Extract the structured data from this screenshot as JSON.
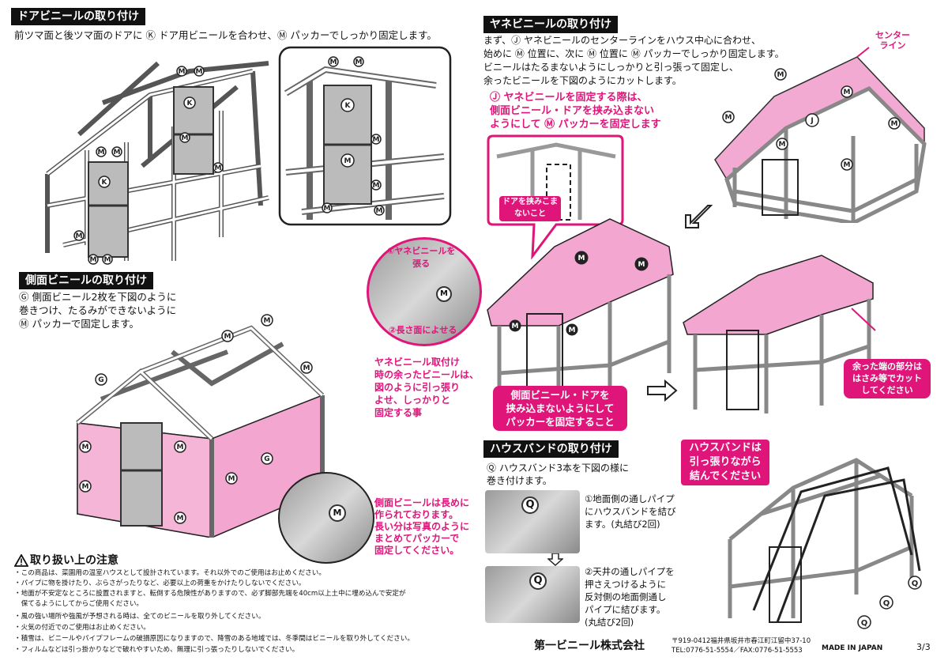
{
  "door_section": {
    "header": "ドアビニールの取り付け",
    "instruction": "前ツマ面と後ツマ面のドアに Ⓚ ドア用ビニールを合わせ、Ⓜ パッカーでしっかり固定します。"
  },
  "side_section": {
    "header": "側面ビニールの取り付け",
    "instruction_lines": [
      "Ⓖ 側面ビニール2枚を下図のように",
      "巻きつけ、たるみができないように",
      "Ⓜ パッカーで固定します。"
    ],
    "photo_note": [
      "側面ビニールは長めに",
      "作られております。",
      "長い分は写真のように",
      "まとめてパッカーで",
      "固定してください。"
    ]
  },
  "roof_section": {
    "header": "ヤネビニールの取り付け",
    "instruction_lines": [
      "まず、Ⓙ ヤネビニールのセンターラインをハウス中心に合わせ、",
      "始めに Ⓜ 位置に、次に Ⓜ 位置に Ⓜ パッカーでしっかり固定します。",
      "ビニールはたるまないようにしっかりと引っ張って固定し、",
      "余ったビニールを下図のようにカットします。"
    ],
    "warning_lines": [
      "Ⓙ ヤネビニールを固定する際は、",
      "側面ビニール・ドアを挟み込まない",
      "ようにして Ⓜ パッカーを固定します"
    ],
    "door_bubble": [
      "ドアを挟みこま",
      "ないこと"
    ],
    "center_line_label": [
      "センター",
      "ライン"
    ],
    "photo_steps": [
      "①ヤネビニールを",
      "張る",
      "②長さ面によせる"
    ],
    "photo_note": [
      "ヤネビニール取付け",
      "時の余ったビニールは、",
      "図のように引っ張り",
      "よせ、しっかりと",
      "固定する事"
    ],
    "side_bubble": [
      "側面ビニール・ドアを",
      "挟み込まないようにして",
      "パッカーを固定すること"
    ],
    "cut_bubble": [
      "余った端の部分は",
      "はさみ等でカット",
      "してください"
    ]
  },
  "band_section": {
    "header": "ハウスバンドの取り付け",
    "instruction_lines": [
      "Ⓠ ハウスバンド3本を下図の様に",
      "巻き付けます。"
    ],
    "step1": [
      "①地面側の通しパイプ",
      "にハウスバンドを結び",
      "ます。(丸結び2回)"
    ],
    "step2": [
      "②天井の通しパイプを",
      "押さえつけるように",
      "反対側の地面側通し",
      "パイプに結びます。",
      "(丸結び2回)"
    ],
    "bubble": [
      "ハウスバンドは",
      "引っ張りながら",
      "結んでください"
    ]
  },
  "notice": {
    "title": "取り扱い上の注意",
    "items": [
      "・この商品は、菜園用の温室ハウスとして設計されています。それ以外でのご使用はお止めください。",
      "・パイプに物を掛けたり、ぶらさがったりなど、必要以上の荷重をかけたりしないでください。",
      "・地面が不安定なところに設置されますと、転倒する危険性がありますので、必ず脚部先端を40cm以上土中に埋め込んで安定が",
      "　保てるようにしてからご使用ください。",
      "・風の強い場所や強風が予想される時は、全てのビニールを取り外してください。",
      "・火気の付近でのご使用はお止めください。",
      "・積雪は、ビニールやパイプフレームの破損原因になりますので、降雪のある地域では、冬季間はビニールを取り外してください。",
      "・フィルムなどは引っ掛かりなどで破れやすいため、無理に引っ張ったりしないでください。"
    ]
  },
  "footer": {
    "company": "第一ビニール株式会社",
    "address": "〒919-0412福井県坂井市春江町江留中37-10",
    "tel": "TEL:0776-51-5554／FAX:0776-51-5553",
    "made_in": "MADE IN JAPAN",
    "page": "3/3"
  },
  "labels": {
    "K": "K",
    "M": "M",
    "G": "G",
    "J": "J",
    "Q": "Q"
  },
  "colors": {
    "pink": "#e0157a",
    "vinyl_pink": "#f2a6d0",
    "header_bg": "#111111"
  }
}
